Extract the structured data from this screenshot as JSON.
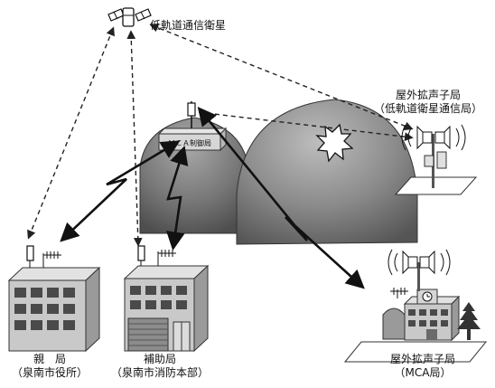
{
  "labels": {
    "satellite": "低軌道通信衛星",
    "remote_sat_line1": "屋外拡声子局",
    "remote_sat_line2": "（低軌道衛星通信局）",
    "mca_control": "ＭＣＡ制御局",
    "parent_line1": "親　局",
    "parent_line2": "（泉南市役所）",
    "aux_line1": "補助局",
    "aux_line2": "（泉南市消防本部）",
    "remote_mca_line1": "屋外拡声子局",
    "remote_mca_line2": "（MCA局）"
  },
  "colors": {
    "hill_dark": "#6e6e6e",
    "hill_light": "#bdbdbd",
    "building_front": "#c9c9c9",
    "building_side": "#9a9a9a",
    "window": "#4a4a4a",
    "line": "#111111"
  },
  "icons": [
    "satellite-icon",
    "antenna-icon",
    "loudspeaker-icon",
    "signal-blocked-icon",
    "tree-icon"
  ]
}
